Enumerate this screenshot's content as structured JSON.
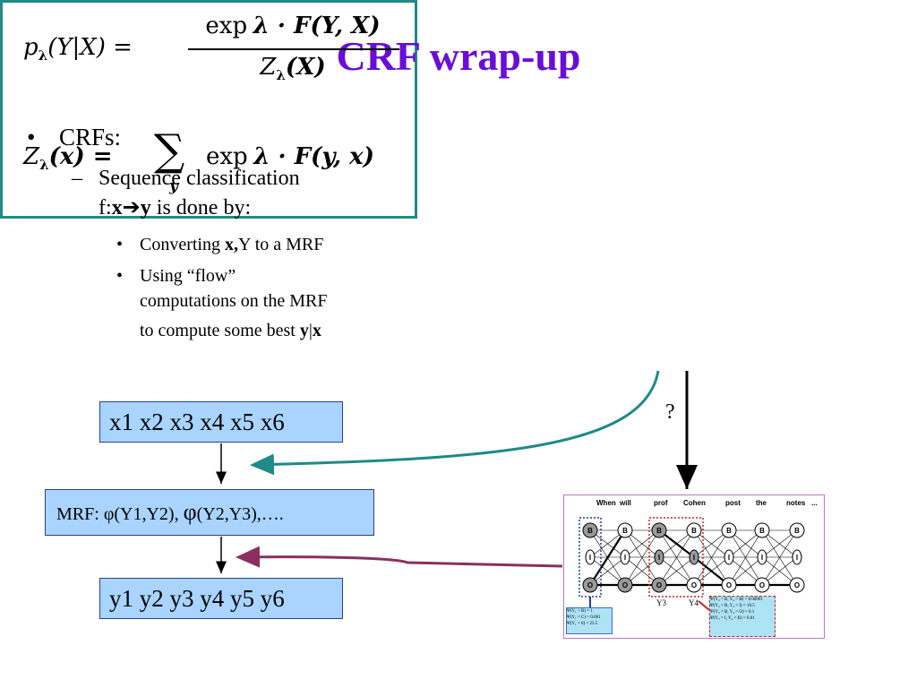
{
  "title": "CRF wrap-up",
  "bullets": {
    "l1_marker": "•",
    "l1_text": "CRFs:",
    "l2_marker": "–",
    "l2_line1": "Sequence classification",
    "l2_f": "f:",
    "l2_x": "x",
    "l2_arrow": "➔",
    "l2_y": "y",
    "l2_rest": " is done by:",
    "l3a_marker": "•",
    "l3a_pre": "Converting ",
    "l3a_bold": "x,",
    "l3a_post": "Y to a MRF",
    "l3b_marker": "•",
    "l3b_line1": "Using “flow”",
    "l3b_line2": "computations on the MRF",
    "l3b_line3_pre": "to compute some best ",
    "l3b_y": "y",
    "l3b_bar": "|",
    "l3b_x": "x"
  },
  "formula": {
    "f1_p": "p",
    "f1_lambda": "λ",
    "f1_lhs": "(Y|X) =",
    "f1_num_exp": "exp",
    "f1_num_rest": "λ · F(Y, X)",
    "f1_den_Z": "Z",
    "f1_den_lambda": "λ",
    "f1_den_rest": "(X)",
    "f2_Z": "Z",
    "f2_lambda": "λ",
    "f2_lhs": "(x) =",
    "f2_sum": "∑",
    "f2_sub": "y",
    "f2_exp": "exp",
    "f2_rest": "λ · F(y, x)"
  },
  "boxes": {
    "x_seq": "x1 x2 x3 x4 x5 x6",
    "mrf_prefix": "MRF:  ",
    "mrf_phi1": "φ",
    "mrf_arg1": "(Y1,Y2), ",
    "mrf_phi2": "φ",
    "mrf_arg2": "(Y2,Y3),….",
    "y_seq": "y1 y2 y3 y4 y5 y6"
  },
  "question_mark": "?",
  "lattice": {
    "words": [
      "When",
      "will",
      "prof",
      "Cohen",
      "post",
      "the",
      "notes",
      "..."
    ],
    "state_labels": [
      "B",
      "I",
      "O"
    ],
    "label_y3": "Y3",
    "label_y4": "Y4",
    "left_table": [
      "Ψ(Y₁ = B) = 1",
      "Ψ(Y₁ = C) = 0.001",
      "Ψ(Y₁ = 0) = 23.5"
    ],
    "right_table": [
      "Ψ(Y₃ = B, Y₄ = B) = 0.00001",
      "Ψ(Y₃ = B, Y₄ = I) = 10.5",
      "Ψ(Y₃ = B, Y₄ = O) = 0.1",
      "Ψ(Y₃ = I, Y₄ = B) = 0.01"
    ]
  },
  "colors": {
    "title": "#6a0dd8",
    "box_fill": "#a9d4ff",
    "formula_border": "#1f8a87",
    "teal_arrow": "#1f8a87",
    "maroon_arrow": "#8b2f5e"
  }
}
